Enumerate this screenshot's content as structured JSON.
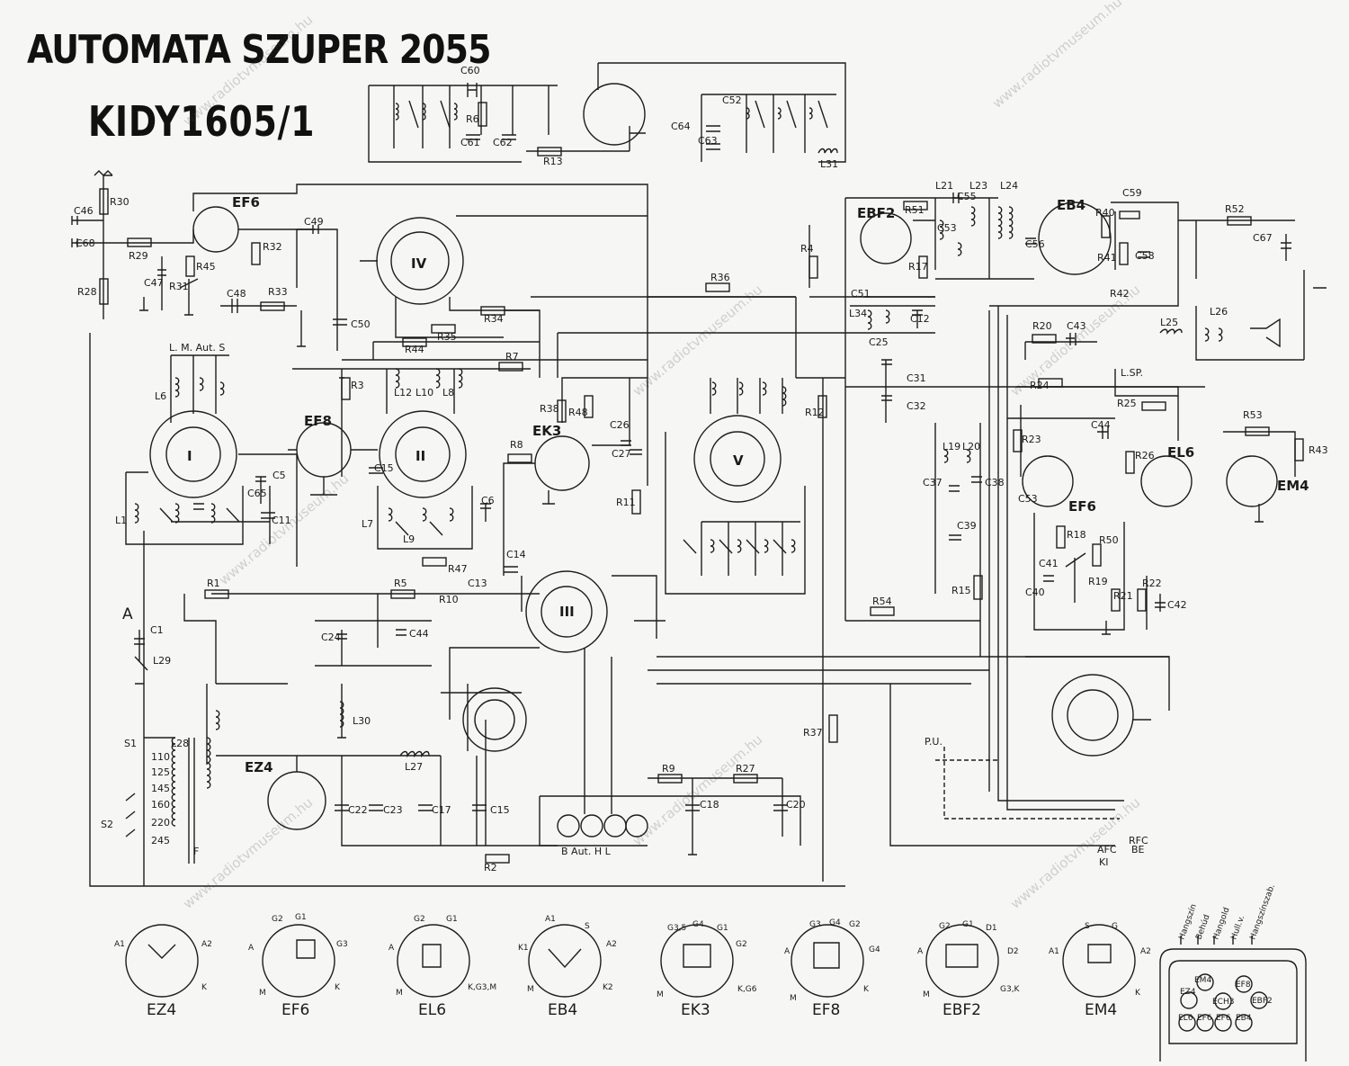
{
  "title": "AUTOMATA SZUPER 2055",
  "model": "KIDY1605/1",
  "watermark": "www.radiotvmuseum.hu",
  "tubes": [
    {
      "id": "EF6",
      "label": "EF6"
    },
    {
      "id": "EF8",
      "label": "EF8"
    },
    {
      "id": "EK3",
      "label": "EK3"
    },
    {
      "id": "EBF2",
      "label": "EBF2"
    },
    {
      "id": "EB4",
      "label": "EB4"
    },
    {
      "id": "EF6b",
      "label": "EF6"
    },
    {
      "id": "EL6",
      "label": "EL6"
    },
    {
      "id": "EM4",
      "label": "EM4"
    },
    {
      "id": "EZ4",
      "label": "EZ4"
    }
  ],
  "switch_wafers": [
    "I",
    "II",
    "IV",
    "V",
    "III"
  ],
  "components": [
    "R30",
    "R29",
    "R28",
    "R45",
    "R31",
    "R32",
    "R33",
    "C46",
    "C68",
    "C47",
    "C48",
    "C49",
    "C50",
    "R44",
    "R35",
    "R34",
    "R36",
    "R7",
    "R3",
    "R38",
    "R48",
    "R8",
    "R11",
    "C26",
    "C27",
    "C6",
    "C14",
    "R1",
    "R5",
    "R10",
    "R47",
    "C13",
    "C24",
    "C44",
    "C1",
    "L29",
    "L1",
    "L6",
    "L7",
    "L9",
    "C5",
    "C65",
    "C11",
    "C15",
    "L12",
    "L10",
    "L8",
    "R4",
    "R12",
    "R51",
    "R17",
    "C51",
    "C12",
    "C25",
    "L34",
    "C31",
    "C32",
    "C37",
    "C38",
    "C39",
    "L19",
    "L20",
    "R54",
    "R15",
    "R37",
    "L21",
    "L23",
    "L24",
    "C55",
    "C53",
    "C56",
    "R40",
    "R41",
    "C58",
    "C59",
    "R52",
    "C67",
    "R42",
    "L25",
    "L26",
    "R20",
    "C43",
    "R24",
    "R25",
    "R23",
    "C44",
    "R26",
    "C53",
    "R18",
    "R50",
    "C41",
    "C40",
    "R19",
    "R21",
    "R22",
    "C42",
    "R53",
    "R43",
    "L30",
    "L27",
    "L28",
    "C22",
    "C23",
    "C17",
    "C15",
    "R9",
    "R27",
    "C18",
    "C20",
    "R2",
    "C60",
    "R6",
    "C61",
    "C62",
    "R13",
    "C64",
    "C52",
    "C63",
    "L31"
  ],
  "labels": {
    "lmrange": "L. M. Aut. S",
    "switch_s1": "S1",
    "switch_s2": "S2",
    "pu": "P.U.",
    "lsp": "L.SP.",
    "aut_selector": "B  Aut. H  L",
    "afc": "AFC",
    "afc_ki": "KI",
    "afc_be": "BE",
    "rfc": "RFC",
    "antenna": "A",
    "gnd": "F"
  },
  "voltage_taps": [
    "110",
    "125",
    "145",
    "160",
    "220",
    "245"
  ],
  "pinouts": [
    {
      "tube": "EZ4",
      "pins": [
        "A1",
        "A2",
        "K"
      ]
    },
    {
      "tube": "EF6",
      "pins": [
        "G2",
        "G1",
        "G3",
        "A",
        "M",
        "K"
      ]
    },
    {
      "tube": "EL6",
      "pins": [
        "G2",
        "G1",
        "A",
        "M",
        "K,G3,M"
      ]
    },
    {
      "tube": "EB4",
      "pins": [
        "A1",
        "S",
        "K1",
        "A2",
        "M",
        "K2"
      ]
    },
    {
      "tube": "EK3",
      "pins": [
        "G3,5",
        "G4",
        "G1",
        "G2",
        "M",
        "K,G6"
      ]
    },
    {
      "tube": "EF8",
      "pins": [
        "G3",
        "G4",
        "G2",
        "A",
        "G4",
        "M",
        "K"
      ]
    },
    {
      "tube": "EBF2",
      "pins": [
        "G2",
        "G1",
        "D1",
        "A",
        "D2",
        "M",
        "G3,K"
      ]
    },
    {
      "tube": "EM4",
      "pins": [
        "A1",
        "S",
        "G",
        "A2",
        "K"
      ]
    }
  ],
  "chassis_labels": {
    "columns": [
      "Hangszín",
      "Behúd",
      "Hangold",
      "Hull.v.",
      "Hangszínszab."
    ],
    "tubes": [
      "EM4",
      "EF8",
      "EZ4",
      "ECH3",
      "EBF2",
      "EL6",
      "EF6",
      "EF6",
      "EB4"
    ]
  }
}
